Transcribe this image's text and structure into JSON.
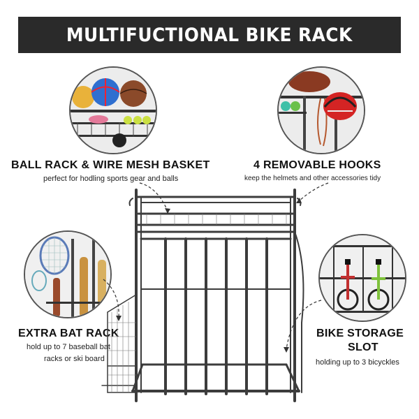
{
  "banner": {
    "title": "MULTIFUCTIONAL BIKE RACK"
  },
  "features": {
    "ball_rack": {
      "title": "BALL RACK & WIRE MESH BASKET",
      "description": "perfect for hodling sports gear and balls"
    },
    "hooks": {
      "title": "4 REMOVABLE HOOKS",
      "description": "keep the helmets and other accessories tidy"
    },
    "bat_rack": {
      "title": "EXTRA BAT RACK",
      "description_line1": "hold up to 7 baseball bat",
      "description_line2": "racks or ski board"
    },
    "bike_slot": {
      "title_line1": "BIKE STORAGE",
      "title_line2": "SLOT",
      "description": "holding up to 3 bicyckles"
    }
  },
  "colors": {
    "banner": "#2a2a2a",
    "rack_frame": "#3c3c3c",
    "text": "#111111"
  }
}
